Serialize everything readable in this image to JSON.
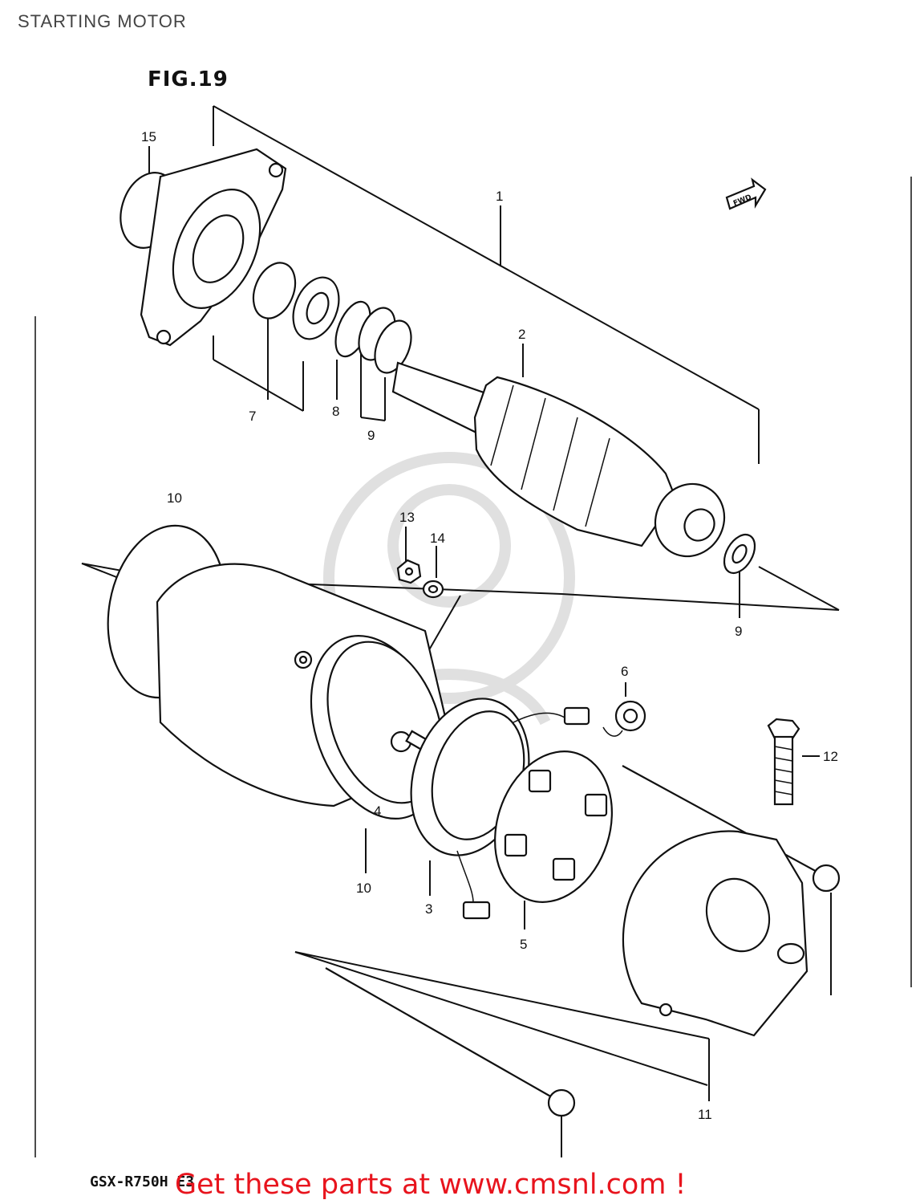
{
  "header": {
    "title": "STARTING MOTOR"
  },
  "figure": {
    "label": "FIG.19",
    "fwd_badge": "FWD"
  },
  "callouts": [
    {
      "id": "c15",
      "text": "15"
    },
    {
      "id": "c1",
      "text": "1"
    },
    {
      "id": "c2",
      "text": "2"
    },
    {
      "id": "c7",
      "text": "7"
    },
    {
      "id": "c8",
      "text": "8"
    },
    {
      "id": "c9a",
      "text": "9"
    },
    {
      "id": "c10a",
      "text": "10"
    },
    {
      "id": "c13",
      "text": "13"
    },
    {
      "id": "c14",
      "text": "14"
    },
    {
      "id": "c9b",
      "text": "9"
    },
    {
      "id": "c6",
      "text": "6"
    },
    {
      "id": "c12",
      "text": "12"
    },
    {
      "id": "c4",
      "text": "4"
    },
    {
      "id": "c10b",
      "text": "10"
    },
    {
      "id": "c3",
      "text": "3"
    },
    {
      "id": "c5",
      "text": "5"
    },
    {
      "id": "c11",
      "text": "11"
    }
  ],
  "footer": {
    "model_code": "GSX-R750H E3",
    "cta": "Get these parts at www.cmsnl.com !"
  }
}
